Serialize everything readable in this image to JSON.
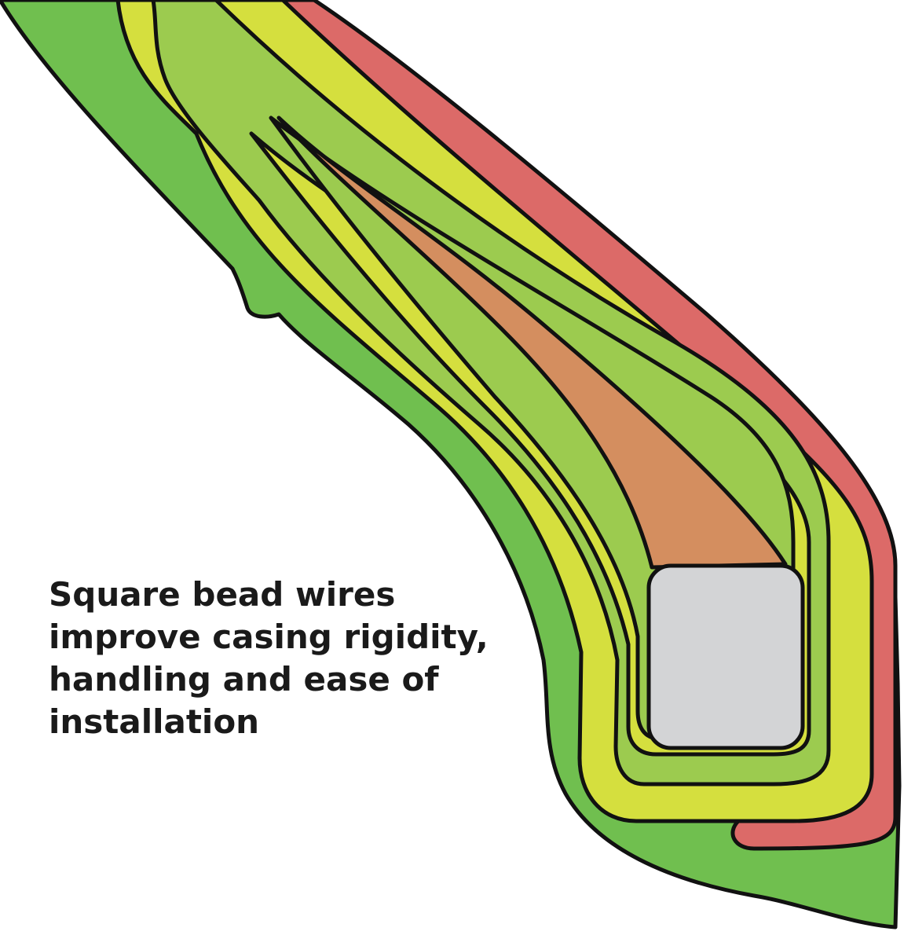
{
  "caption": {
    "lines": [
      "Square bead wires",
      "improve casing rigidity,",
      "handling and ease of",
      "installation"
    ]
  },
  "colors": {
    "outer_sidewall": "#70bf4f",
    "ply_inner": "#9ccb4f",
    "ply_yellow": "#d5df3e",
    "apex_filler": "#d48e5f",
    "chafer_red": "#dc6a68",
    "bead_wire": "#d3d4d6",
    "outline": "#111111"
  },
  "diagram": {
    "layers": [
      "outer-sidewall",
      "chafer-strip",
      "outer-ply",
      "middle-ply",
      "inner-ply",
      "apex-filler",
      "square-bead-wire"
    ]
  }
}
